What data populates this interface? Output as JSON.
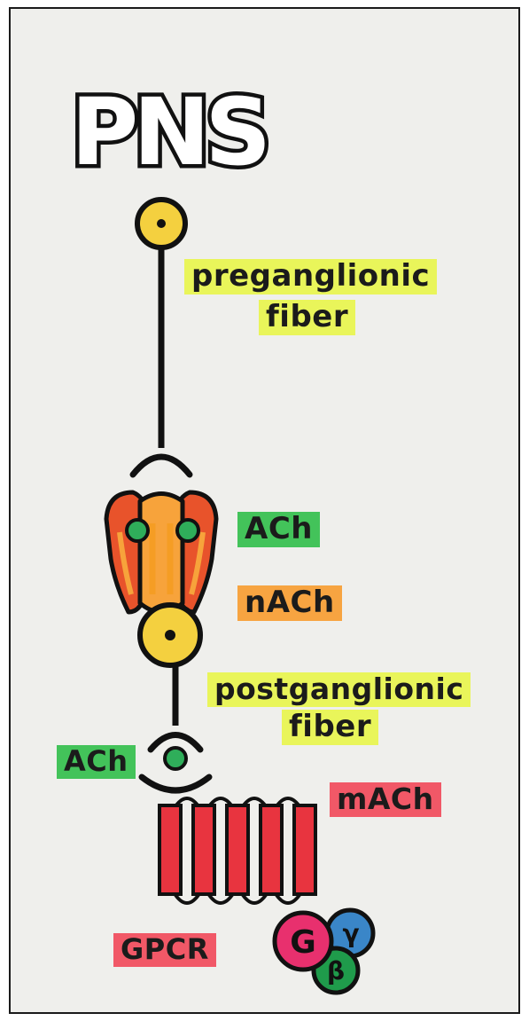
{
  "title": "PNS",
  "labels": {
    "preganglionic_line1": "preganglionic",
    "preganglionic_line2": "fiber",
    "ach_1": "ACh",
    "nach": "nACh",
    "postganglionic_line1": "postganglionic",
    "postganglionic_line2": "fiber",
    "ach_2": "ACh",
    "mach": "mACh",
    "gpcr": "GPCR"
  },
  "g_protein": {
    "alpha": "G",
    "gamma": "γ",
    "beta": "β"
  },
  "colors": {
    "neuron_body": "#f4d03f",
    "neuron_core": "#f39c12",
    "receptor_outer": "#e8532b",
    "receptor_inner": "#f7a33b",
    "acetylcholine": "#2fae5a",
    "gpcr": "#e8343f",
    "g_alpha": "#e8306e",
    "g_gamma": "#3a86c8",
    "g_beta": "#1f9b4b",
    "highlight_yellow": "#e9f55a",
    "highlight_green": "#43c35a",
    "highlight_orange": "#f7a441",
    "highlight_red": "#f15867"
  }
}
